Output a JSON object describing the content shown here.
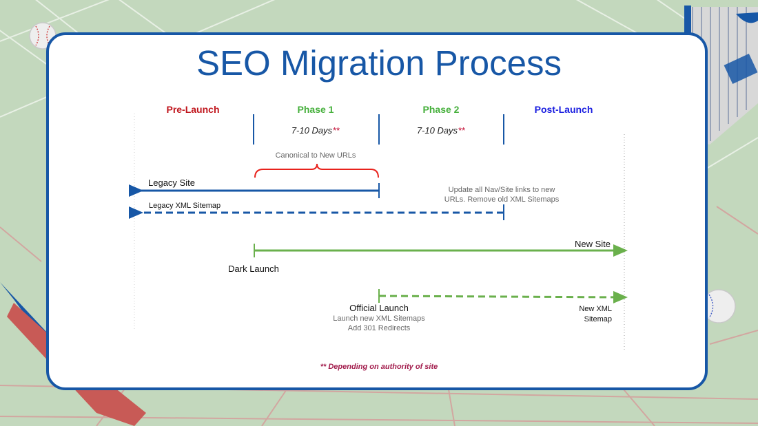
{
  "slide": {
    "title": "SEO Migration Process",
    "footnote": "** Depending on authority of site"
  },
  "phases": [
    {
      "label": "Pre-Launch",
      "color": "#c0161d"
    },
    {
      "label": "Phase 1",
      "color": "#46b03c",
      "days": "7-10 Days",
      "marker": "**"
    },
    {
      "label": "Phase 2",
      "color": "#46b03c",
      "days": "7-10 Days",
      "marker": "**"
    },
    {
      "label": "Post-Launch",
      "color": "#1a1ee0"
    }
  ],
  "labels": {
    "canonical": "Canonical to New URLs",
    "legacy_site": "Legacy Site",
    "legacy_xml": "Legacy XML Sitemap",
    "update_links": [
      "Update all Nav/Site links to new",
      "URLs.  Remove old XML Sitemaps"
    ],
    "new_site": "New Site",
    "dark_launch": "Dark Launch",
    "official_launch": "Official Launch",
    "official_notes": [
      "Launch new XML Sitemaps",
      "Add 301 Redirects"
    ],
    "new_xml": [
      "New XML",
      "Sitemap"
    ]
  },
  "colors": {
    "background": "#c3d8bd",
    "card_border": "#1757a6",
    "legacy_line": "#1757a6",
    "new_line": "#6ab04c",
    "brace": "#e8221c"
  },
  "icons": [
    "baseball-icon",
    "jersey-icon",
    "bat-icon"
  ]
}
